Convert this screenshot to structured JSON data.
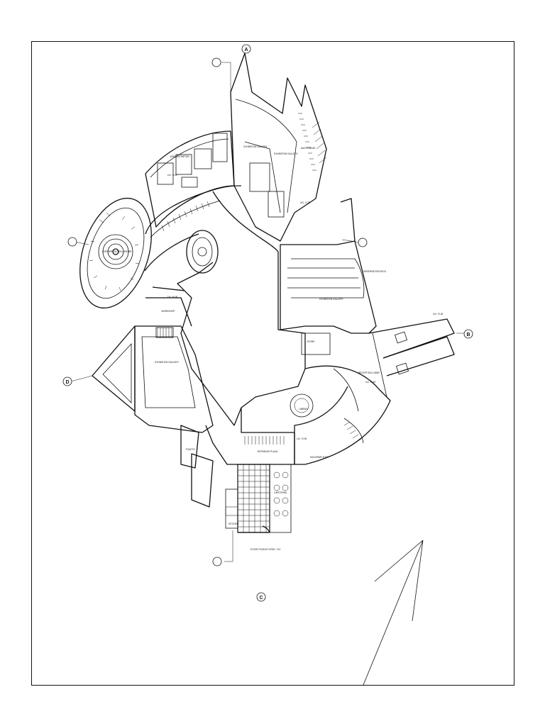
{
  "drawing": {
    "grid_markers": [
      "A",
      "B",
      "C",
      "D"
    ],
    "room_labels": [
      "INTERPRETATION CENTRE",
      "EXHIBITION GALLERY",
      "CAFETERIA",
      "AUDITORIUM",
      "SOUVENIR SHOP",
      "RECEPTION LOBBY",
      "ADMINISTRATION",
      "TOILETS",
      "STORE",
      "KITCHEN",
      "ENTRANCE PLAZA",
      "LIBRARY",
      "WORKSHOP",
      "OBSERVATION DECK"
    ],
    "level_tags": [
      "LVL +0.00",
      "LVL -0.75",
      "LVL +0.45",
      "LVL +0.60",
      "LVL +0.90",
      "LVL -0.45"
    ],
    "plan_caption": "FLOOR PLAN AT LEVEL +0.0"
  }
}
